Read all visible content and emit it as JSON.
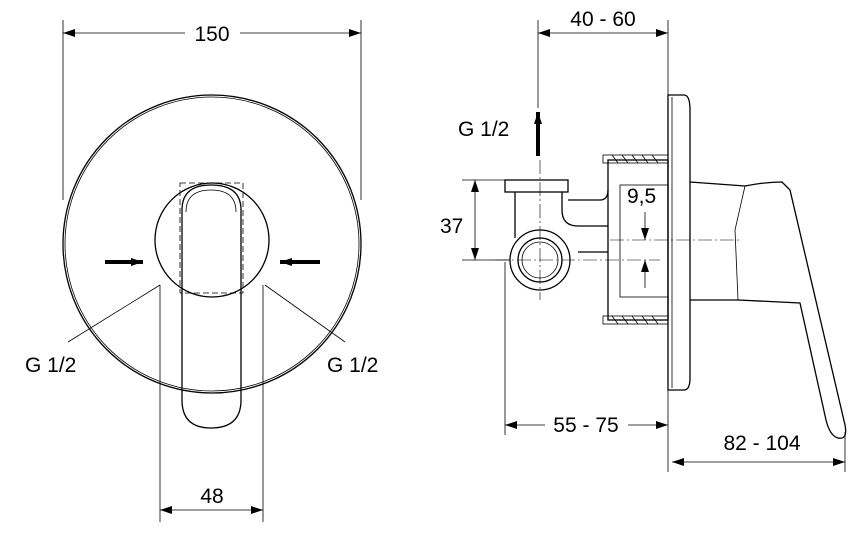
{
  "front_view": {
    "width_label": "150",
    "handle_width_label": "48",
    "inlet_left_label": "G 1/2",
    "inlet_right_label": "G 1/2"
  },
  "side_view": {
    "depth_top_label": "40 - 60",
    "outlet_label": "G 1/2",
    "height_label": "37",
    "offset_label": "9,5",
    "installation_depth_label": "55 - 75",
    "handle_projection_label": "82 - 104"
  }
}
